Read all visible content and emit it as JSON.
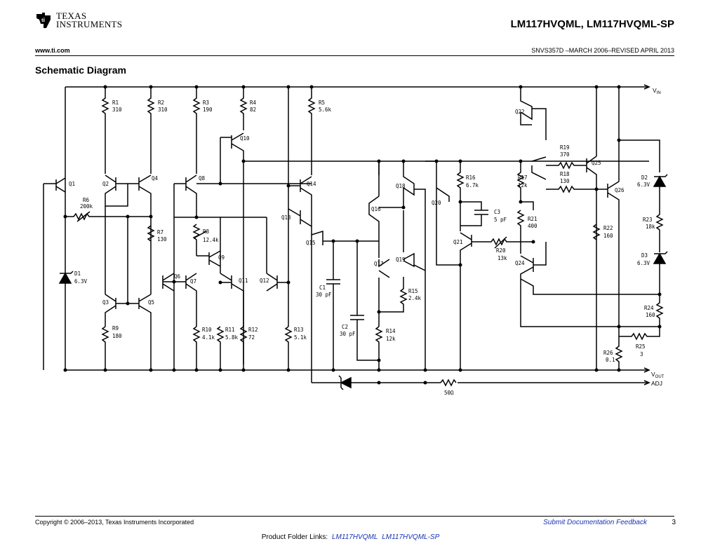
{
  "header": {
    "company_line1": "TEXAS",
    "company_line2": "INSTRUMENTS",
    "doc_title": "LM117HVQML, LM117HVQML-SP",
    "website": "www.ti.com",
    "doc_number": "SNVS357D –MARCH 2006–REVISED APRIL 2013"
  },
  "section_title": "Schematic Diagram",
  "pins": {
    "vin": "V",
    "vin_sub": "IN",
    "vout": "V",
    "vout_sub": "OUT",
    "adj": "ADJ",
    "adj_resistor": "50Ω"
  },
  "transistors": [
    "Q1",
    "Q2",
    "Q3",
    "Q4",
    "Q5",
    "Q6",
    "Q7",
    "Q8",
    "Q9",
    "Q10",
    "Q11",
    "Q12",
    "Q13",
    "Q14",
    "Q15",
    "Q16",
    "Q17",
    "Q18",
    "Q19",
    "Q20",
    "Q21",
    "Q22",
    "Q24",
    "Q25",
    "Q26"
  ],
  "resistors": {
    "R1": "310",
    "R2": "310",
    "R3": "190",
    "R4": "82",
    "R5": "5.6k",
    "R6": "200k",
    "R7": "130",
    "R8": "12.4k",
    "R9": "180",
    "R10": "4.1k",
    "R11": "5.8k",
    "R12": "72",
    "R13": "5.1k",
    "R14": "12k",
    "R15": "2.4k",
    "R16": "6.7k",
    "R17": "12k",
    "R18": "130",
    "R19": "370",
    "R20": "13k",
    "R21": "400",
    "R22": "160",
    "R23": "18k",
    "R24": "160",
    "R25": "3",
    "R26": "0.1"
  },
  "capacitors": {
    "C1": "30 pF",
    "C2": "30 pF",
    "C3": "5 pF"
  },
  "diodes": {
    "D1": "6.3V",
    "D2": "6.3V",
    "D3": "6.3V"
  },
  "footer": {
    "copyright": "Copyright © 2006–2013, Texas Instruments Incorporated",
    "feedback_link": "Submit Documentation Feedback",
    "page_number": "3",
    "folder_label": "Product Folder Links:",
    "folder_link1": "LM117HVQML",
    "folder_link2": "LM117HVQML-SP"
  },
  "colors": {
    "link": "#1a33b5",
    "ink": "#000000"
  }
}
